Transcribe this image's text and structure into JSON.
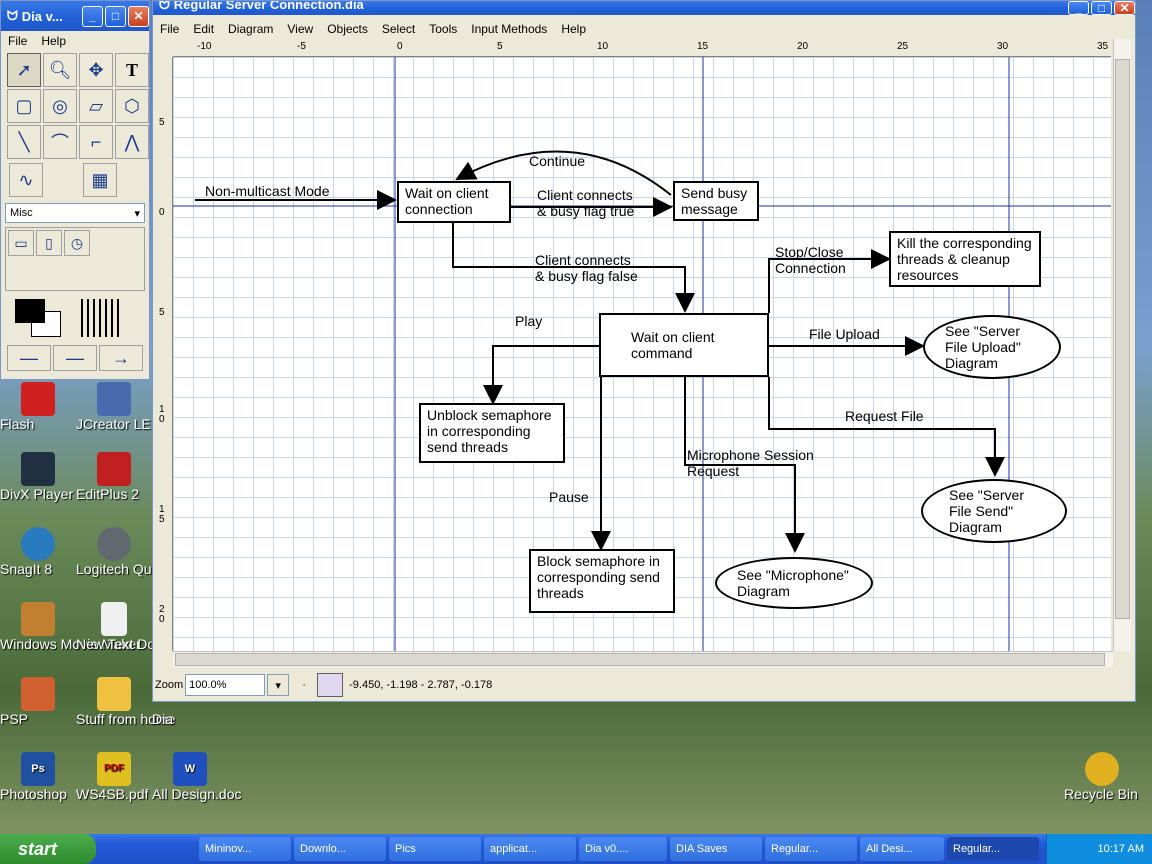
{
  "toolbox": {
    "title": "Dia v...",
    "menu": [
      "File",
      "Help"
    ],
    "sheet": "Misc"
  },
  "main": {
    "title": "Regular Server Connection.dia",
    "menu": [
      "File",
      "Edit",
      "Diagram",
      "View",
      "Objects",
      "Select",
      "Tools",
      "Input Methods",
      "Help"
    ],
    "zoom_label": "Zoom",
    "zoom": "100.0%",
    "coords": "-9.450, -1.198 - 2.787, -0.178",
    "hruler": [
      "-10",
      "-5",
      "0",
      "5",
      "10",
      "15",
      "20",
      "25",
      "30",
      "35"
    ],
    "vruler": [
      "5",
      "0",
      "5",
      "1\n0",
      "1\n5",
      "2\n0"
    ]
  },
  "diagram": {
    "wait_conn": "Wait on client connection",
    "send_busy": "Send busy message",
    "kill_threads": "Kill the corresponding threads & cleanup resources",
    "wait_cmd": "Wait on client command",
    "see_upload": "See \"Server File Upload\" Diagram",
    "unblock": "Unblock semaphore in corresponding send threads",
    "see_send": "See \"Server File Send\" Diagram",
    "block": "Block semaphore in corresponding send threads",
    "see_mic": "See \"Microphone\" Diagram",
    "lbl_nonmulti": "Non-multicast Mode",
    "lbl_continue": "Continue",
    "lbl_busy_true": "Client connects\n& busy flag true",
    "lbl_busy_false": "Client connects\n& busy flag false",
    "lbl_stop": "Stop/Close\nConnection",
    "lbl_play": "Play",
    "lbl_upload": "File Upload",
    "lbl_request": "Request File",
    "lbl_mic": "Microphone Session\nRequest",
    "lbl_pause": "Pause"
  },
  "desktop": [
    {
      "label": "Flash",
      "color": "#d02020"
    },
    {
      "label": "JCreator LE",
      "color": "#4a6ab0"
    },
    {
      "label": "DivX Player",
      "color": "#203040"
    },
    {
      "label": "EditPlus 2",
      "color": "#c02020"
    },
    {
      "label": "SnagIt 8",
      "color": "#2a7ac0"
    },
    {
      "label": "Logitech QuickCam",
      "color": "#606870"
    },
    {
      "label": "Windows Movie Maker",
      "color": "#c08030"
    },
    {
      "label": "New Text Document.txt",
      "color": "#f0f0f0"
    },
    {
      "label": "PSP",
      "color": "#d06030"
    },
    {
      "label": "Stuff from home",
      "color": "#f0c040"
    },
    {
      "label": "Dia",
      "color": "#ffffff"
    },
    {
      "label": "Photoshop",
      "color": "#2050a0"
    },
    {
      "label": "WS4SB.pdf",
      "color": "#e0c020"
    },
    {
      "label": "All Design.doc",
      "color": "#2050c0"
    },
    {
      "label": "Recycle Bin",
      "color": "#e0b020"
    }
  ],
  "taskbar": {
    "start": "start",
    "tasks": [
      "Mininov...",
      "Downlo...",
      "Pics",
      "applicat...",
      "Dia v0....",
      "DIA Saves",
      "Regular...",
      "All Desi...",
      "Regular..."
    ],
    "clock": "10:17 AM"
  }
}
